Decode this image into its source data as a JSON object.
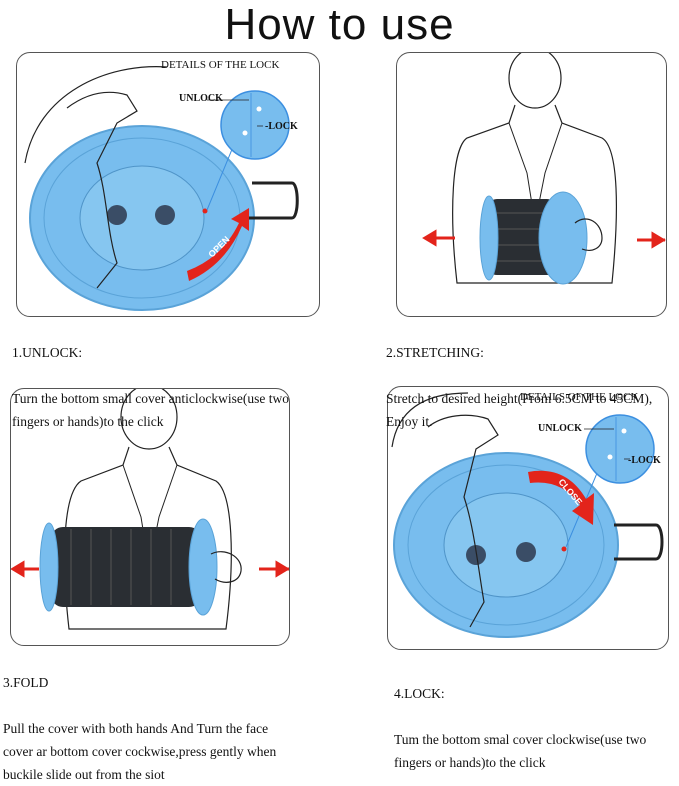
{
  "title": "How to use",
  "lock_details": {
    "heading": "DETAILS OF THE LOCK",
    "unlock": "UNLOCK",
    "lock": "-LOCK"
  },
  "arrow_text": {
    "open": "OPEN",
    "close": "CLOSE"
  },
  "steps": [
    {
      "heading": "1.UNLOCK:",
      "body": "Turn the bottom small cover anticlockwise(use two\nfingers or hands)to the click"
    },
    {
      "heading": "2.STRETCHING:",
      "body": "Stretch to desired height(From 6.5CM to 45CM),\nEnjoy it."
    },
    {
      "heading": "3.FOLD",
      "body": "Pull the cover with both hands And Turn the face\ncover ar bottom cover cockwise,press gently when\nbuckile slide out from the siot"
    },
    {
      "heading": "4.LOCK:",
      "body": "Tum the bottom smal cover clockwise(use two\nfingers or hands)to the click"
    }
  ],
  "colors": {
    "stool_blue": "#78bdee",
    "stool_dark": "#2a2e33",
    "arrow_red": "#e3241b"
  }
}
